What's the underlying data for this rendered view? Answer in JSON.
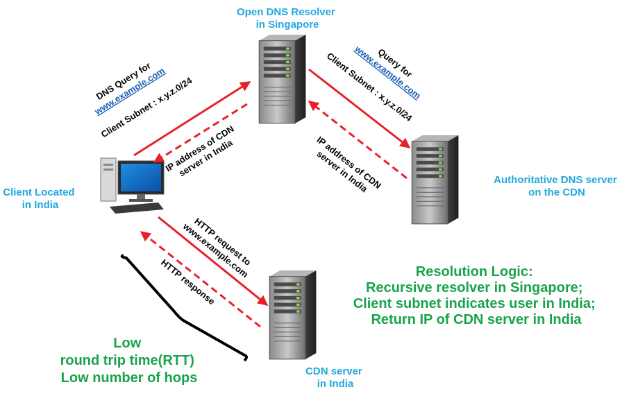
{
  "nodes": {
    "resolver": {
      "line1": "Open DNS Resolver",
      "line2": "in Singapore"
    },
    "authoritative": {
      "line1": "Authoritative DNS server",
      "line2": "on the CDN"
    },
    "client": {
      "line1": "Client Located",
      "line2": "in India"
    },
    "cdn": {
      "line1": "CDN server",
      "line2": "in India"
    }
  },
  "edges": {
    "client_query": {
      "line1": "DNS Query for",
      "link": "www.example.com",
      "line3": "Client Subnet : x.y.z.0/24"
    },
    "client_answer": {
      "line1": "IP address of CDN",
      "line2": "server in India"
    },
    "resolver_query": {
      "line1": "Query for",
      "link": "www.example.com",
      "line3": "Client Subnet : x.y.z.0/24"
    },
    "auth_answer": {
      "line1": "IP address of CDN",
      "line2": "server in India"
    },
    "http_request": {
      "line1": "HTTP request to",
      "line2": "www.example.com"
    },
    "http_response": {
      "line1": "HTTP response"
    }
  },
  "resolution_logic": {
    "title": "Resolution Logic:",
    "line1": "Recursive resolver in Singapore;",
    "line2": "Client subnet indicates user in India;",
    "line3": "Return IP of CDN server in India"
  },
  "rtt_note": {
    "line1": "Low",
    "line2": "round trip time(RTT)",
    "line3": "Low number of hops"
  },
  "colors": {
    "label_blue": "#22a7df",
    "arrow_red": "#e8202a",
    "logic_green": "#19a34a",
    "link_blue": "#1a5fb4"
  }
}
